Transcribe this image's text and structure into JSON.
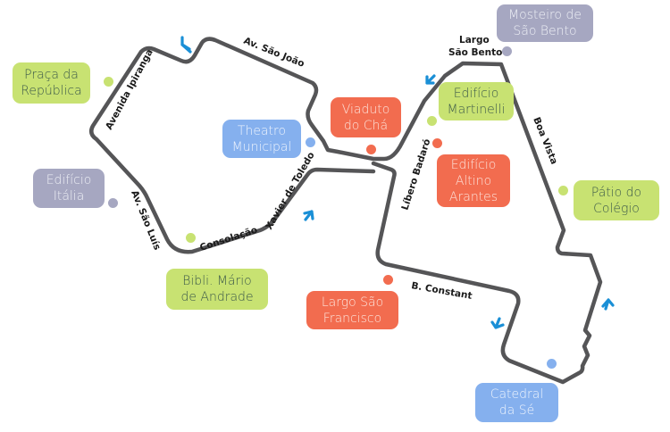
{
  "title": "Roteiro Centro Histórico de São Paulo",
  "colors": {
    "route": "#555557",
    "arrow": "#1a8fd6",
    "green": "#c8e272",
    "gray": "#a6a7c1",
    "blue": "#85b0ee",
    "orange": "#f26c4f"
  },
  "streets": {
    "av_sao_joao": "Av. São João",
    "avenida_ipiranga": "Avenida Ipiranga",
    "av_sao_luis": "Av. São Luís",
    "consolacao": "Consolação",
    "xavier_de_toledo": "Xavier de Toledo",
    "libero_badaro": "Líbero Badaró",
    "boa_vista": "Boa Vista",
    "b_constant": "B. Constant",
    "largo_sao_bento_1": "Largo",
    "largo_sao_bento_2": "São Bento"
  },
  "points_of_interest": {
    "praca_republica": {
      "label": "Praça da\nRepública",
      "category": "green"
    },
    "edificio_italia": {
      "label": "Edifício\nItália",
      "category": "gray"
    },
    "theatro_municipal": {
      "label": "Theatro\nMunicipal",
      "category": "blue"
    },
    "viaduto_cha": {
      "label": "Viaduto\ndo Chá",
      "category": "orange"
    },
    "mosteiro_sao_bento": {
      "label": "Mosteiro de\nSão Bento",
      "category": "gray"
    },
    "edificio_martinelli": {
      "label": "Edifício\nMartinelli",
      "category": "green"
    },
    "edificio_altino_arantes": {
      "label": "Edifício\nAltino\nArantes",
      "category": "orange"
    },
    "patio_colegio": {
      "label": "Pátio do\nColégio",
      "category": "green"
    },
    "bibli_mario_andrade": {
      "label": "Bibli. Mário\nde Andrade",
      "category": "green"
    },
    "largo_sao_francisco": {
      "label": "Largo São\nFrancisco",
      "category": "orange"
    },
    "catedral_se": {
      "label": "Catedral\nda Sé",
      "category": "blue"
    }
  },
  "direction_arrows": [
    "up-left",
    "down-left",
    "up-right",
    "down-left",
    "up"
  ]
}
